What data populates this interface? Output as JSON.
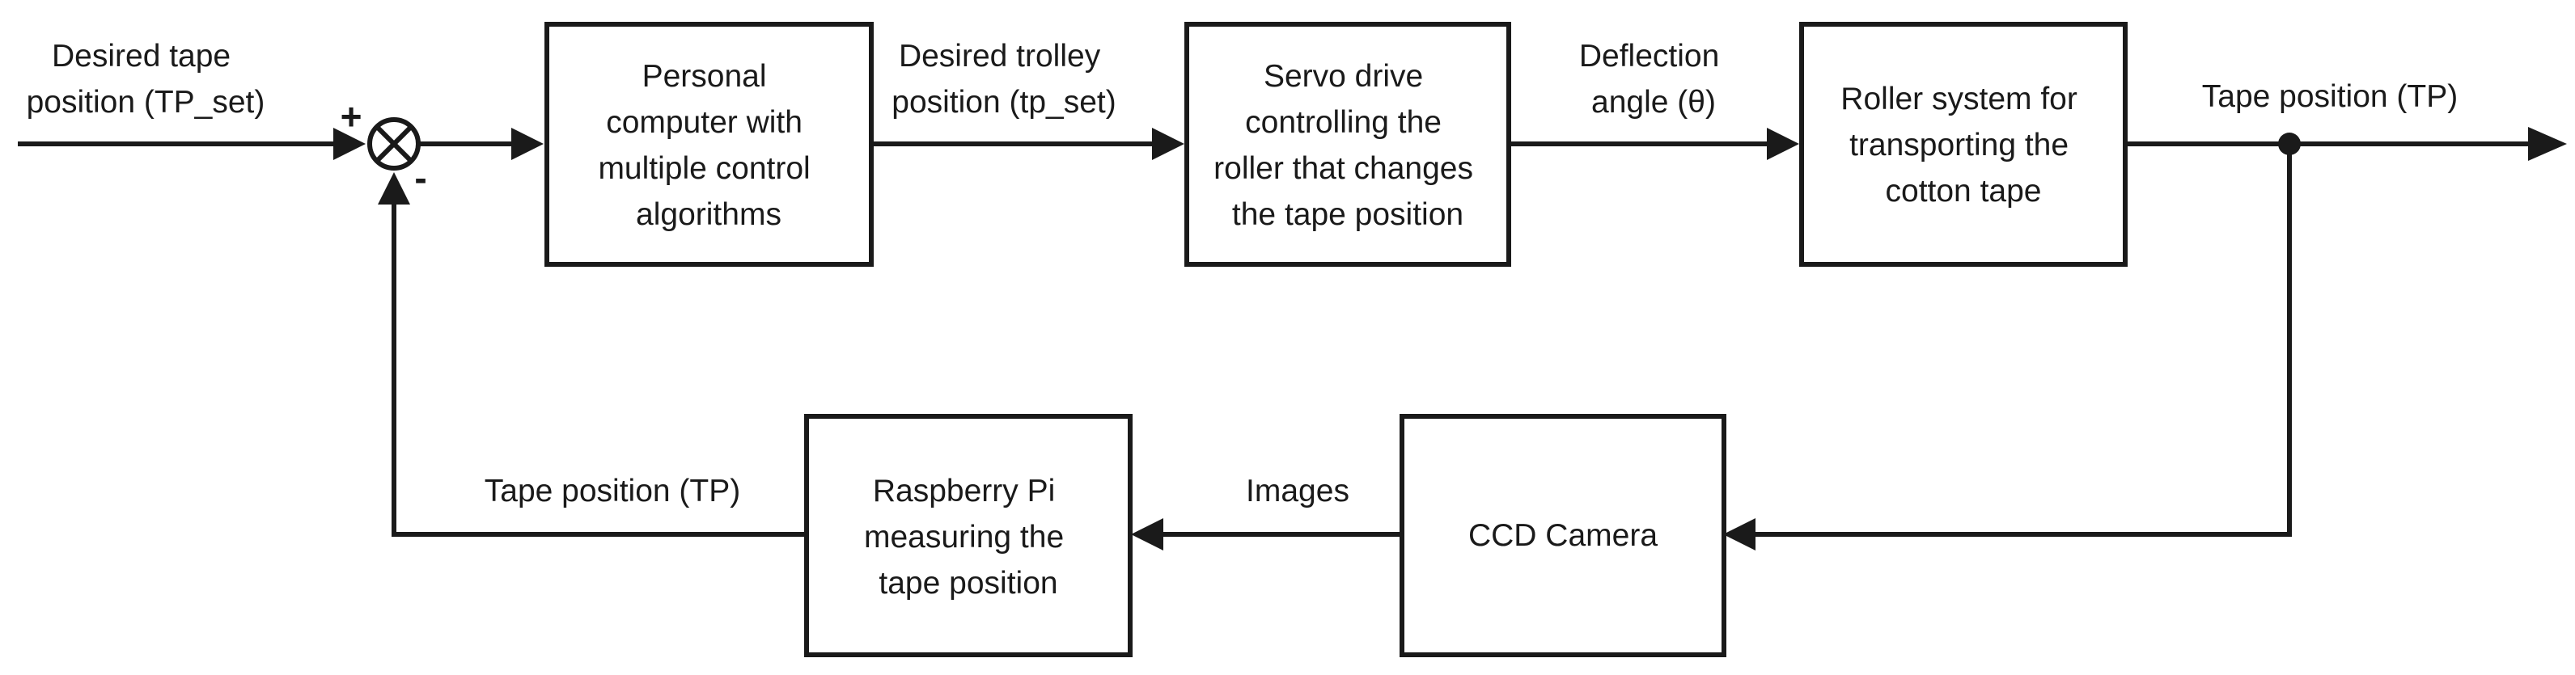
{
  "blocks": {
    "controller": [
      "Personal",
      "computer with",
      "multiple control",
      "algorithms"
    ],
    "servo": [
      "Servo drive",
      "controlling the",
      "roller that changes",
      "the tape position"
    ],
    "roller": [
      "Roller system for",
      "transporting the",
      "cotton tape"
    ],
    "camera": [
      "CCD Camera"
    ],
    "raspberry": [
      "Raspberry Pi",
      "measuring the",
      "tape position"
    ]
  },
  "signals": {
    "input": [
      "Desired tape",
      "position (TP_set)"
    ],
    "trolley": [
      "Desired trolley",
      "position (tp_set)"
    ],
    "deflection": [
      "Deflection",
      "angle (θ)"
    ],
    "output": [
      "Tape position (TP)"
    ],
    "images": [
      "Images"
    ],
    "feedback": [
      "Tape position (TP)"
    ]
  },
  "summing_junction": {
    "plus": "+",
    "minus": "-"
  }
}
